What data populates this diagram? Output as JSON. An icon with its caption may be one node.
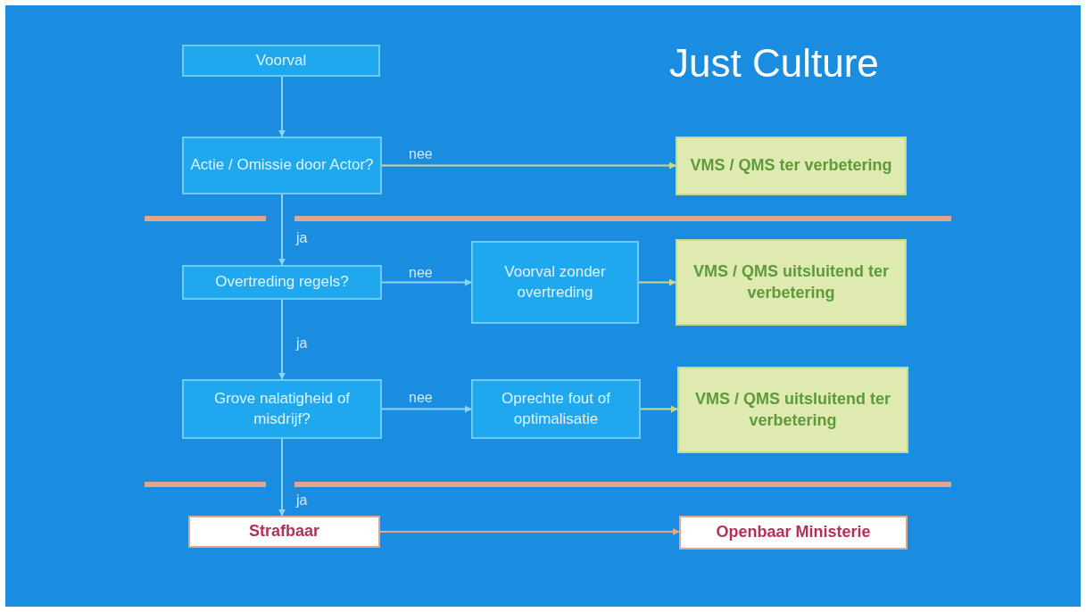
{
  "diagram": {
    "title": "Just Culture",
    "nodes": [
      {
        "text": [
          "Voorval"
        ]
      },
      {
        "text": [
          "Actie / Omissie door Actor?"
        ]
      },
      {
        "text": [
          "VMS / QMS ter verbetering"
        ]
      },
      {
        "text": [
          "Overtreding regels?"
        ]
      },
      {
        "text": [
          "Voorval zonder overtreding"
        ]
      },
      {
        "text": [
          "VMS / QMS uitsluitend ter verbetering"
        ]
      },
      {
        "text": [
          "Grove nalatigheid of misdrijf?"
        ]
      },
      {
        "text": [
          "Oprechte fout of optimalisatie"
        ]
      },
      {
        "text": [
          "VMS / QMS uitsluitend ter verbetering"
        ]
      },
      {
        "text": [
          "Strafbaar"
        ]
      },
      {
        "text": [
          "Openbaar Ministerie"
        ]
      }
    ],
    "edges": [
      {
        "from": 0,
        "to": 1,
        "arrow": "to"
      },
      {
        "from": 1,
        "to": 2,
        "arrow": "to",
        "label": "nee",
        "color": "#c9d98c"
      },
      {
        "from": 1,
        "to": 3,
        "arrow": "to",
        "label": "ja"
      },
      {
        "from": 3,
        "to": 4,
        "arrow": "to",
        "label": "nee"
      },
      {
        "from": 4,
        "to": 5,
        "arrow": "to",
        "color": "#c9d98c"
      },
      {
        "from": 3,
        "to": 6,
        "arrow": "to",
        "label": "ja"
      },
      {
        "from": 6,
        "to": 7,
        "arrow": "to",
        "label": "nee"
      },
      {
        "from": 7,
        "to": 8,
        "arrow": "to",
        "color": "#c9d98c"
      },
      {
        "from": 6,
        "to": 9,
        "arrow": "to",
        "label": "ja"
      },
      {
        "from": 9,
        "to": 10,
        "arrow": "to",
        "color": "#e3a58e"
      }
    ]
  }
}
